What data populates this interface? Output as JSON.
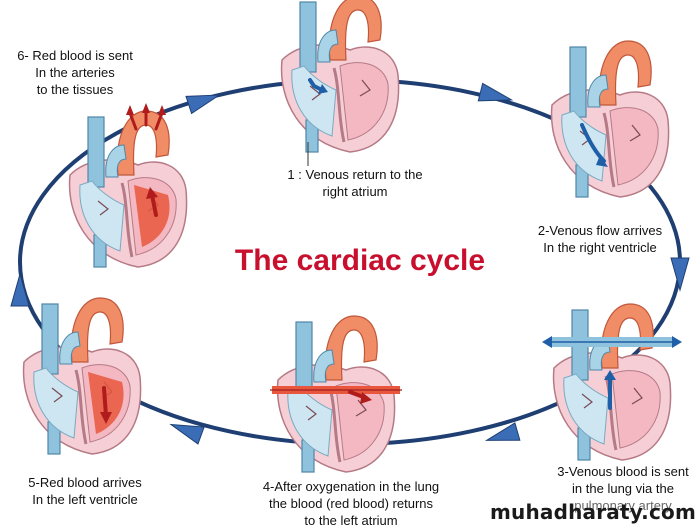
{
  "title": "The cardiac cycle",
  "watermark": "muhadharaty.com",
  "colors": {
    "ring": "#1f3f73",
    "arrow": "#3a6db5",
    "title": "#c8102e",
    "venous": "#8fc3dd",
    "arterial": "#e8573d",
    "aorta": "#f08c66",
    "wall": "#f6cfd6"
  },
  "steps": [
    {
      "id": "step-1",
      "lines": [
        "1 : Venous return to the",
        "right atrium"
      ]
    },
    {
      "id": "step-2",
      "lines": [
        "2-Venous flow arrives",
        "In the right ventricle"
      ]
    },
    {
      "id": "step-3",
      "lines": [
        "3-Venous blood is sent",
        "in the lung via the",
        "pulmonary artery"
      ]
    },
    {
      "id": "step-4",
      "lines": [
        "4-After oxygenation in the lung",
        "the blood (red blood) returns",
        "to the left atrium"
      ]
    },
    {
      "id": "step-5",
      "lines": [
        "5-Red blood arrives",
        "In the left ventricle"
      ]
    },
    {
      "id": "step-6",
      "lines": [
        "6- Red blood is sent",
        "In the arteries",
        "to the tissues"
      ]
    }
  ]
}
